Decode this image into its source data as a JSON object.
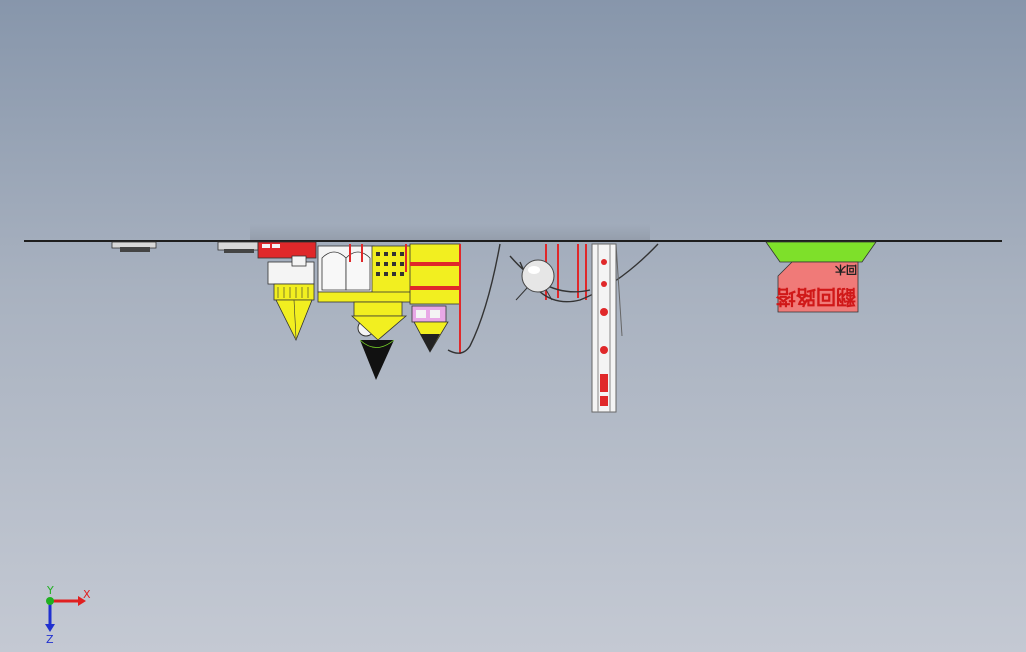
{
  "viewport": {
    "background_top": "#8796ab",
    "background_bottom": "#c4c9d3"
  },
  "model": {
    "view": "inverted-front",
    "colors": {
      "red": "#e0282a",
      "yellow": "#f2ef20",
      "green": "#7ee02a",
      "sign_fill": "#f07a78",
      "dark": "#222222",
      "white": "#f4f4f4",
      "magenta": "#e8a8e6",
      "gray": "#8a8a8a"
    },
    "sign": {
      "small_text": "回木",
      "large_text": "翻回路塔"
    }
  },
  "triad": {
    "x_label": "X",
    "y_label": "Y",
    "z_label": "Z",
    "x_color": "#e02020",
    "y_color": "#20b020",
    "z_color": "#2030d0"
  }
}
